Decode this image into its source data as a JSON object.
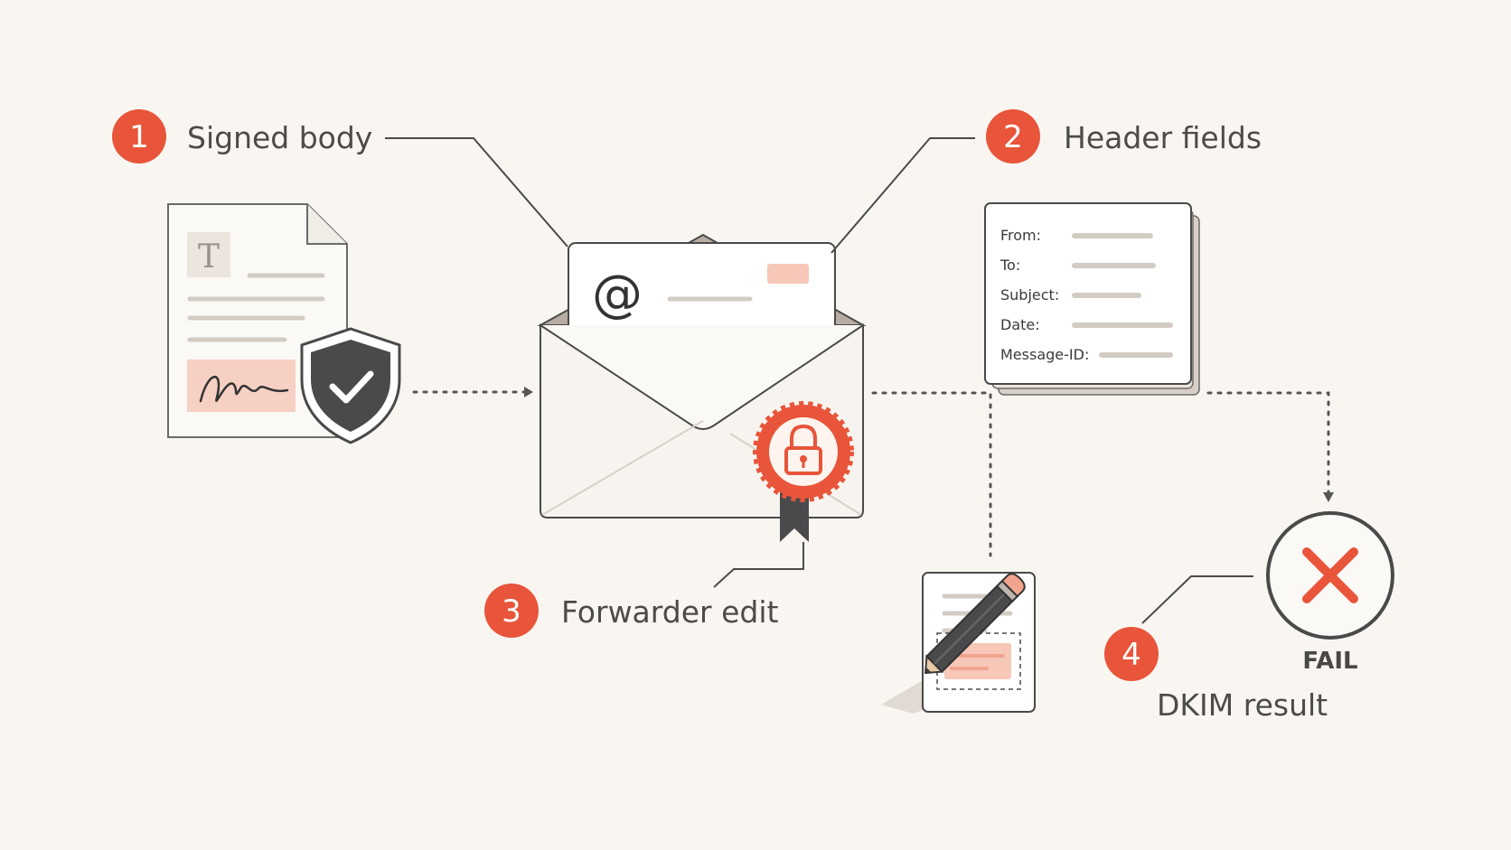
{
  "colors": {
    "background": "#f9f6f1",
    "accent": "#e8553a",
    "accent_light": "#f7d0c4",
    "ink": "#3e3e40",
    "line": "#4a4a4a"
  },
  "steps": [
    {
      "number": "1",
      "label": "Signed body"
    },
    {
      "number": "2",
      "label": "Header fields"
    },
    {
      "number": "3",
      "label": "Forwarder edit"
    },
    {
      "number": "4",
      "label": "DKIM result"
    }
  ],
  "header_card": {
    "fields": [
      "From:",
      "To:",
      "Subject:",
      "Date:",
      "Message-ID:"
    ]
  },
  "signed_doc": {
    "placeholder_letter": "T"
  },
  "email": {
    "at_symbol": "@"
  },
  "result": {
    "status": "FAIL"
  },
  "icons": {
    "document": "document-icon",
    "shield": "shield-check-icon",
    "envelope": "envelope-icon",
    "seal": "lock-seal-icon",
    "pencil": "pencil-icon",
    "fail": "x-circle-icon"
  }
}
